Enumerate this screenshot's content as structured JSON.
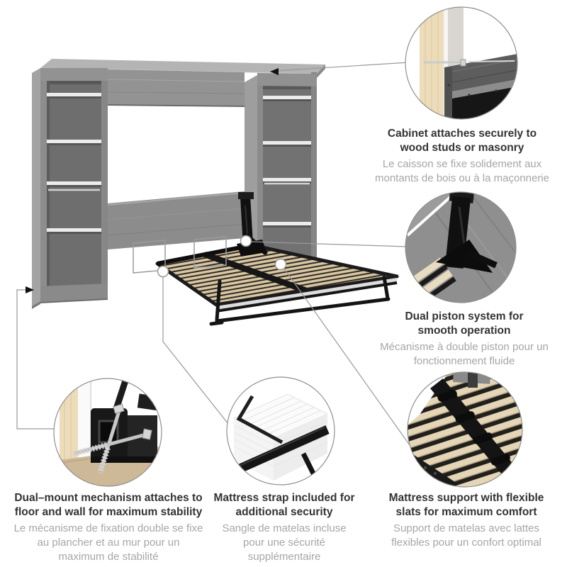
{
  "palette": {
    "cabinet_gray": "#8f8f8f",
    "cabinet_interior": "#6e6e6e",
    "shelf_white": "#ececec",
    "slat_beige": "#d9c7a3",
    "frame_black": "#161616",
    "wood_stud_beige": "#ecdcba",
    "floor_tan": "#cdb898",
    "connector_line_gray": "#999999",
    "headline_text": "#333333",
    "subtext_gray": "#a6a6a6"
  },
  "callouts": [
    {
      "id": "wall-attachment",
      "en": "Cabinet attaches securely to wood studs or masonry",
      "fr": "Le caisson se fixe solidement aux montants de bois ou à la maçonnerie"
    },
    {
      "id": "piston",
      "en": "Dual piston system for smooth operation",
      "fr": "Mécanisme à double piston pour un fonctionnement fluide"
    },
    {
      "id": "dual-mount",
      "en": "Dual–mount mechanism attaches to floor and wall for maximum stability",
      "fr": "Le mécanisme de fixation double se fixe au plancher et au mur pour un maximum de stabilité"
    },
    {
      "id": "mattress-strap",
      "en": "Mattress strap included for additional security",
      "fr": "Sangle de matelas incluse pour une sécurité supplémentaire"
    },
    {
      "id": "slats",
      "en": "Mattress support with flexible slats for maximum comfort",
      "fr": "Support de matelas avec lattes flexibles pour un confort optimal"
    }
  ]
}
